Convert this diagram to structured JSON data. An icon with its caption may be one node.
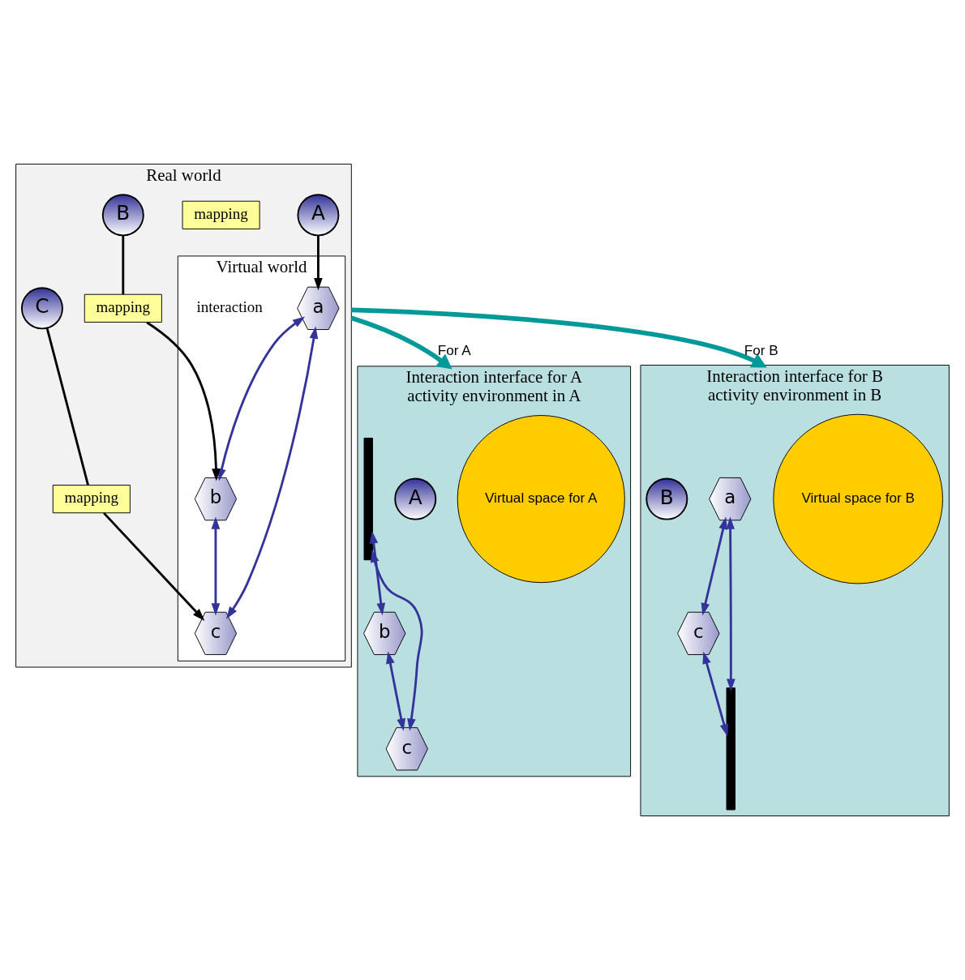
{
  "diagram": {
    "nodes": [
      {
        "text": [
          "Real world"
        ]
      },
      {
        "text": [
          "Virtual world"
        ],
        "in": 0
      },
      {
        "text": [
          "A"
        ],
        "in": 0
      },
      {
        "text": [
          "mapping"
        ],
        "in": 0
      },
      {
        "text": [
          "a"
        ],
        "in": 1
      },
      {
        "text": [
          "b"
        ],
        "in": 1
      },
      {
        "text": [
          "c"
        ],
        "in": 1
      },
      {
        "text": [
          "mapping"
        ],
        "in": 0
      },
      {
        "text": [
          "B"
        ],
        "in": 0
      },
      {
        "text": [
          "mapping"
        ],
        "in": 0
      },
      {
        "text": [
          "C"
        ],
        "in": 0
      },
      {
        "text": [
          "Interaction interface for A",
          "activity environment in A"
        ]
      },
      {
        "text": [
          "Virtual space for A"
        ],
        "in": 11
      },
      {
        "text": [
          "A"
        ],
        "in": 11
      },
      {
        "text": [],
        "shape": "bar",
        "in": 11
      },
      {
        "text": [
          "b"
        ],
        "in": 11
      },
      {
        "text": [
          "c"
        ],
        "in": 11
      },
      {
        "text": [
          "Interaction interface for B",
          "activity environment in B"
        ]
      },
      {
        "text": [
          "Virtual space for B"
        ],
        "in": 17
      },
      {
        "text": [
          "a"
        ],
        "in": 17
      },
      {
        "text": [
          "c"
        ],
        "in": 17
      },
      {
        "text": [],
        "shape": "bar",
        "in": 17
      },
      {
        "text": [
          "B"
        ],
        "in": 17
      }
    ],
    "edges": [
      {
        "from": 2,
        "to": 4,
        "arrow": "to",
        "color": "#000000"
      },
      {
        "from": 8,
        "to": 7,
        "arrow": "none",
        "color": "#000000"
      },
      {
        "from": 7,
        "to": 5,
        "arrow": "to",
        "color": "#000000"
      },
      {
        "from": 10,
        "to": 9,
        "arrow": "none",
        "color": "#000000"
      },
      {
        "from": 9,
        "to": 6,
        "arrow": "to",
        "color": "#000000"
      },
      {
        "from": 4,
        "to": 5,
        "arrow": "both"
      },
      {
        "from": 5,
        "to": 6,
        "arrow": "both"
      },
      {
        "from": 4,
        "to": 6,
        "arrow": "both"
      },
      {
        "from": 0,
        "to": 11,
        "arrow": "to",
        "label": "For A",
        "style": "thick",
        "color": "#009999"
      },
      {
        "from": 0,
        "to": 17,
        "arrow": "to",
        "label": "For B",
        "style": "thick",
        "color": "#009999"
      },
      {
        "from": 14,
        "to": 15,
        "arrow": "both"
      },
      {
        "from": 14,
        "to": 16,
        "arrow": "both"
      },
      {
        "from": 15,
        "to": 16,
        "arrow": "both"
      },
      {
        "from": 19,
        "to": 21,
        "arrow": "both"
      },
      {
        "from": 20,
        "to": 21,
        "arrow": "both"
      },
      {
        "from": 19,
        "to": 20,
        "arrow": "both"
      }
    ],
    "labels": [
      "interaction"
    ]
  }
}
